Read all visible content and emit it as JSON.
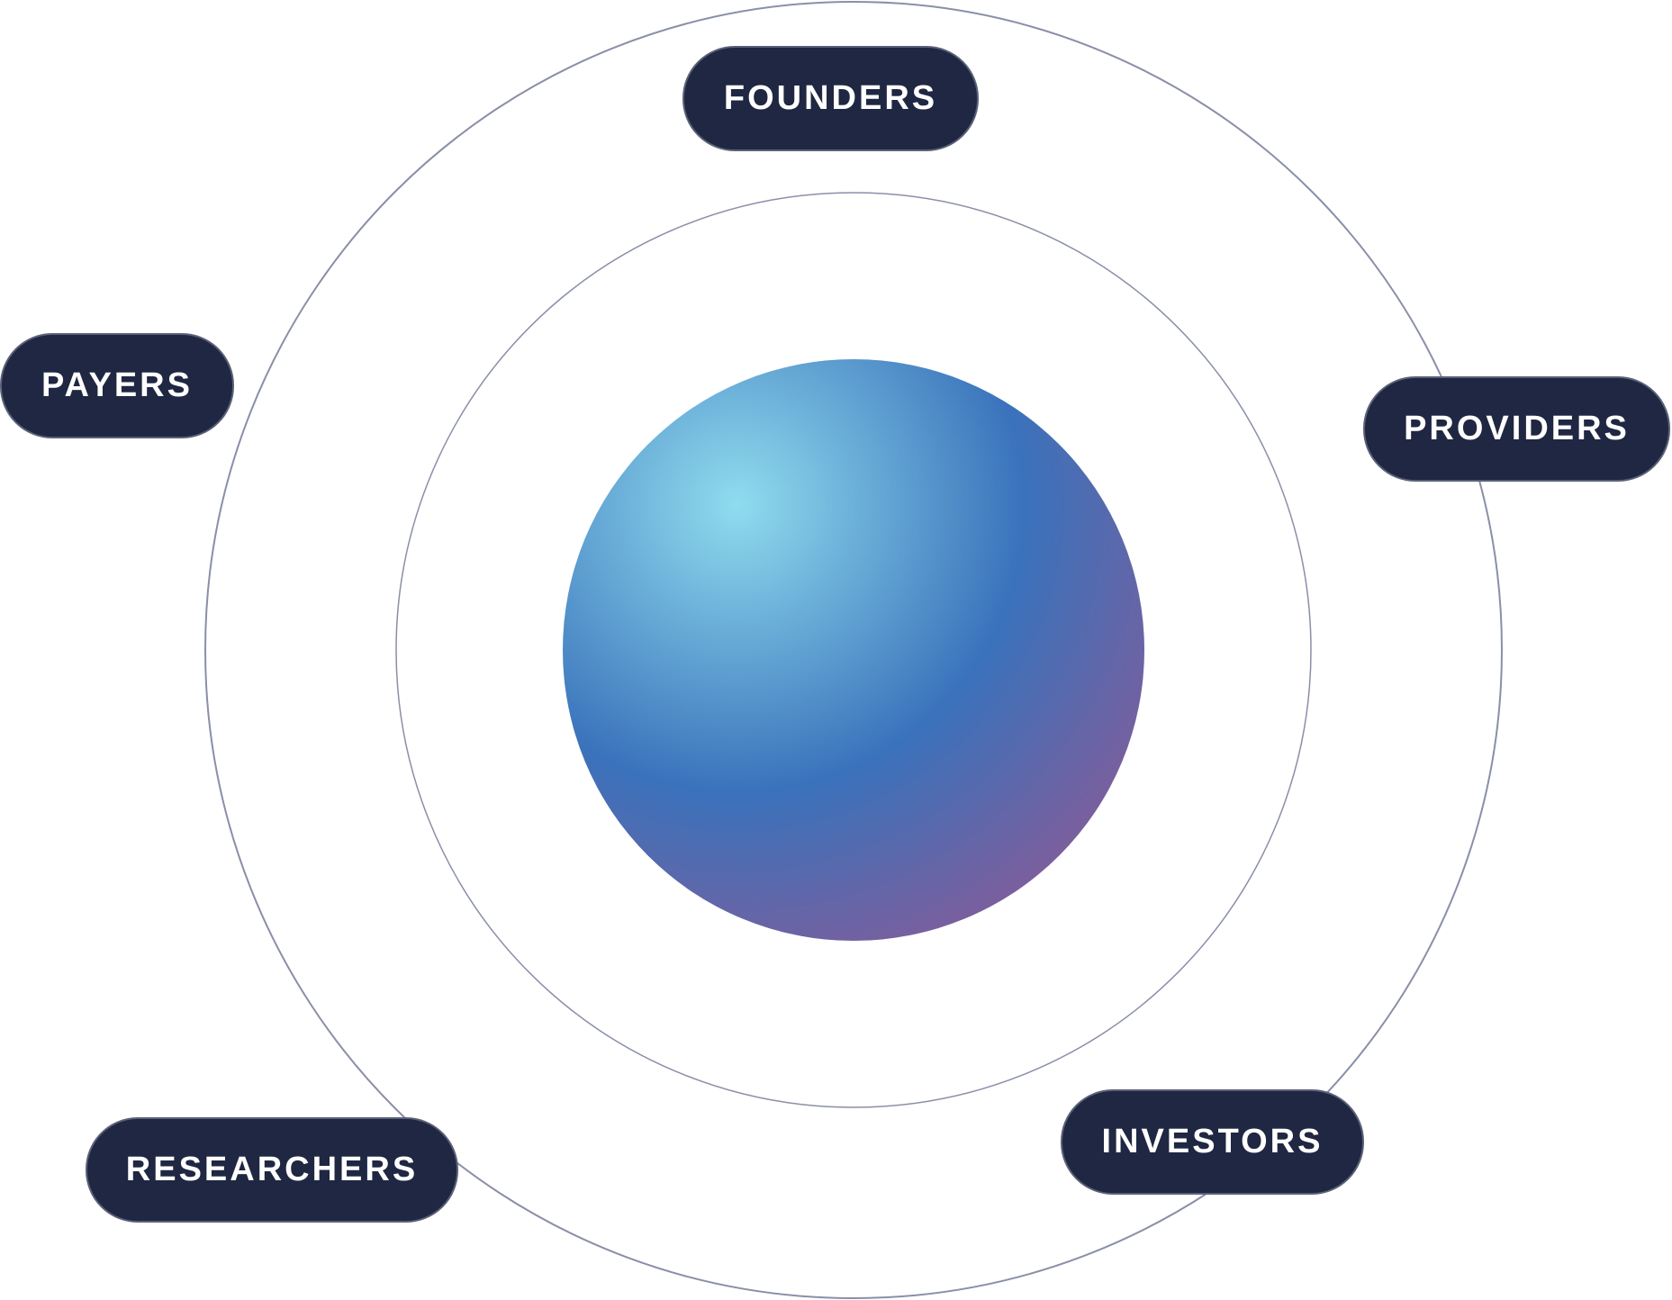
{
  "diagram": {
    "nodes": [
      {
        "id": "founders",
        "label": "FOUNDERS"
      },
      {
        "id": "payers",
        "label": "PAYERS"
      },
      {
        "id": "providers",
        "label": "PROVIDERS"
      },
      {
        "id": "investors",
        "label": "INVESTORS"
      },
      {
        "id": "researchers",
        "label": "RESEARCHERS"
      }
    ]
  },
  "colors": {
    "pill_background": "#1f2742",
    "pill_text": "#ffffff",
    "orbit_line": "#8a8fa8",
    "sphere_highlight": "#8fdcee",
    "sphere_mid": "#3a72bb",
    "sphere_edge": "#8a5a96"
  }
}
